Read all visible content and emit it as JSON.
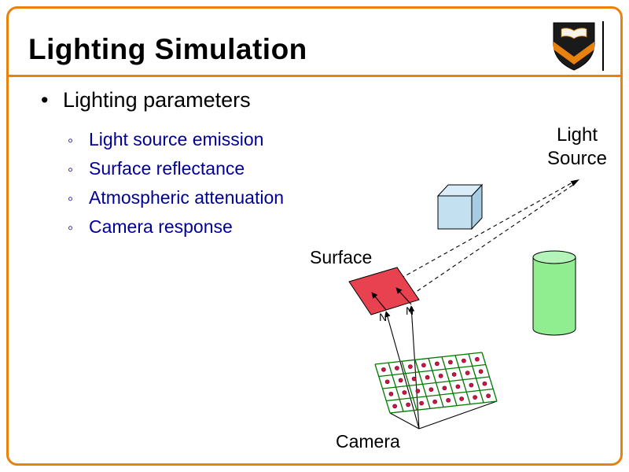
{
  "title": "Lighting Simulation",
  "bullets": {
    "marker": "•",
    "sub_marker": "◦",
    "main": "Lighting parameters",
    "sub": [
      "Light source emission",
      "Surface reflectance",
      "Atmospheric attenuation",
      "Camera response"
    ]
  },
  "labels": {
    "light_source": "Light Source",
    "surface": "Surface",
    "camera": "Camera",
    "normal": "N"
  },
  "logo": {
    "icon": "princeton-university-shield"
  },
  "colors": {
    "accent_orange": "#E8820C",
    "bullet_blue": "#000099",
    "cube_front": "#C3E0F1",
    "cube_top": "#D9EDF8",
    "cube_side": "#A6CCE3",
    "cylinder_body": "#90EE90",
    "cylinder_top": "#B4F4B8",
    "surface_red": "#E8414F",
    "grid_green": "#007A00",
    "dot_red": "#CC1840"
  }
}
